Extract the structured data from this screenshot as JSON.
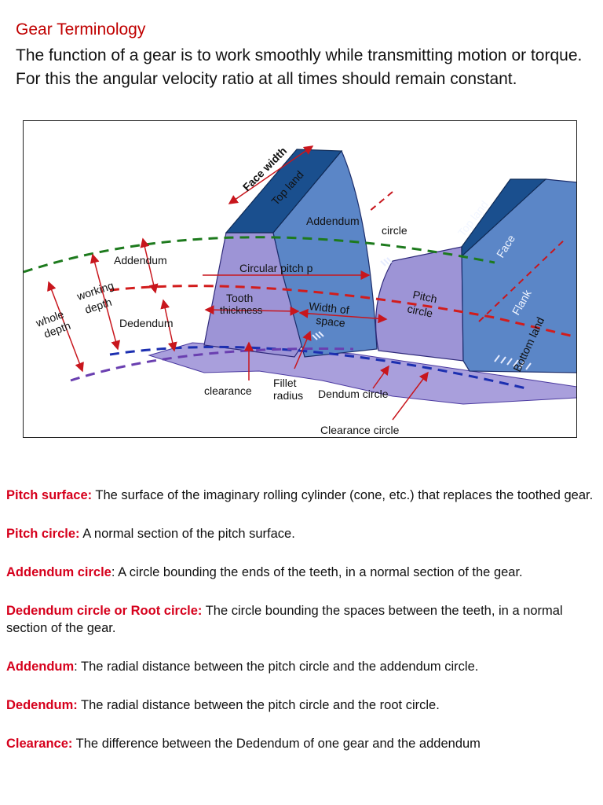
{
  "title": "Gear Terminology",
  "intro": "The function of a gear is to work smoothly while transmitting motion or torque. For this the angular velocity ratio at all times should remain constant.",
  "figure": {
    "labels": {
      "face_width": "Face width",
      "top_land_1": "Top land",
      "top_land_2": "Top land",
      "addendum_circle_1": "Addendum",
      "addendum_circle_2": "circle",
      "face": "Face",
      "flank": "Flank",
      "bottom_land": "Bottom land",
      "addendum": "Addendum",
      "circular_pitch": "Circular pitch p",
      "pitch_circle_1": "Pitch",
      "pitch_circle_2": "circle",
      "working_depth_1": "working",
      "working_depth_2": "depth",
      "whole_depth_1": "whole",
      "whole_depth_2": "depth",
      "tooth_thickness_1": "Tooth",
      "tooth_thickness_2": "thickness",
      "width_of_space_1": "Width of",
      "width_of_space_2": "space",
      "dedendum": "Dedendum",
      "clearance": "clearance",
      "fillet_radius_1": "Fillet",
      "fillet_radius_2": "radius",
      "dendum_circle": "Dendum circle",
      "clearance_circle": "Clearance circle"
    },
    "colors": {
      "tooth_face": "#5b86c7",
      "tooth_side": "#9d94d6",
      "top_land": "#1a4f8e",
      "base": "#a99fdc",
      "arrow_red": "#c8161d",
      "addendum_dash": "#1d7a1d",
      "pitch_dash": "#d21c1c",
      "dedendum_dash": "#1c2fb0",
      "clearance_dash": "#6a3fb0"
    }
  },
  "definitions": [
    {
      "term": "Pitch surface:",
      "text": " The surface of the imaginary rolling cylinder (cone, etc.) that replaces the toothed gear."
    },
    {
      "term": "Pitch circle:",
      "text": " A normal section of the pitch surface."
    },
    {
      "term": "Addendum circle",
      "text": ": A circle bounding the ends of the teeth, in a normal section of the gear."
    },
    {
      "term": "Dedendum circle or Root circle:",
      "text": " The circle bounding the spaces between the teeth, in a normal section of the gear."
    },
    {
      "term": "Addendum",
      "text": ": The radial distance between the pitch circle and the addendum circle."
    },
    {
      "term": "Dedendum:",
      "text": " The radial distance between the pitch circle and the root circle."
    },
    {
      "term": "Clearance:",
      "text": " The difference between the Dedendum of one gear and the addendum"
    }
  ]
}
